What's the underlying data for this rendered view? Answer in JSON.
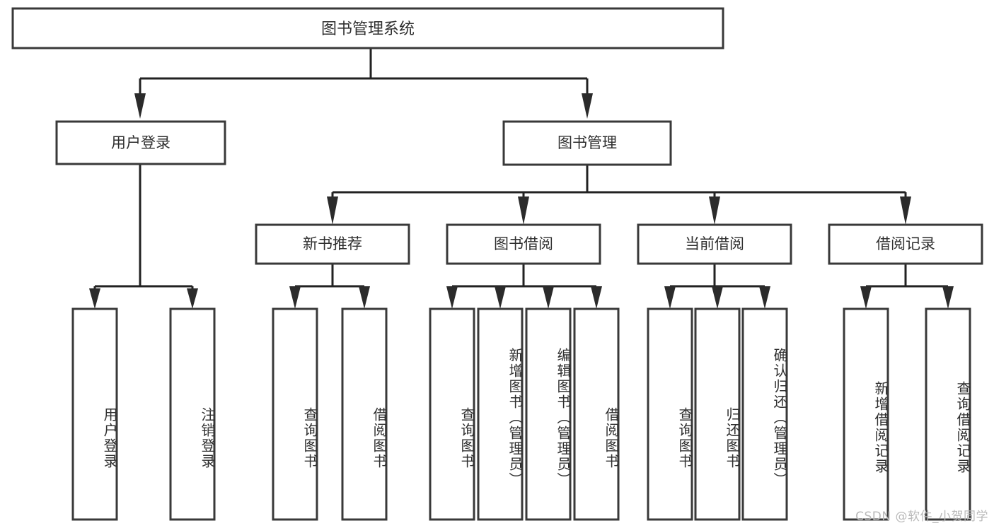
{
  "diagram": {
    "title": "图书管理系统",
    "watermark": "CSDN @软件_小贺同学",
    "colors": {
      "box_stroke": "#393939",
      "connector": "#222222",
      "text": "#2f2f2f",
      "background": "#ffffff",
      "watermark": "#b9b9b9"
    },
    "root": {
      "label": "图书管理系统"
    },
    "level1": [
      {
        "label": "用户登录"
      },
      {
        "label": "图书管理"
      }
    ],
    "level2": [
      {
        "label": "新书推荐"
      },
      {
        "label": "图书借阅"
      },
      {
        "label": "当前借阅"
      },
      {
        "label": "借阅记录"
      }
    ],
    "leaves": {
      "user_login": [
        {
          "label": "用户登录"
        },
        {
          "label": "注销登录"
        }
      ],
      "new_book_recommend": [
        {
          "label": "查询图书"
        },
        {
          "label": "借阅图书"
        }
      ],
      "book_borrow": [
        {
          "label": "查询图书"
        },
        {
          "label": "新增图书（管理员）"
        },
        {
          "label": "编辑图书（管理员）"
        },
        {
          "label": "借阅图书"
        }
      ],
      "current_borrow": [
        {
          "label": "查询图书"
        },
        {
          "label": "归还图书"
        },
        {
          "label": "确认归还（管理员）"
        }
      ],
      "borrow_record": [
        {
          "label": "新增借阅记录"
        },
        {
          "label": "查询借阅记录"
        }
      ]
    }
  }
}
